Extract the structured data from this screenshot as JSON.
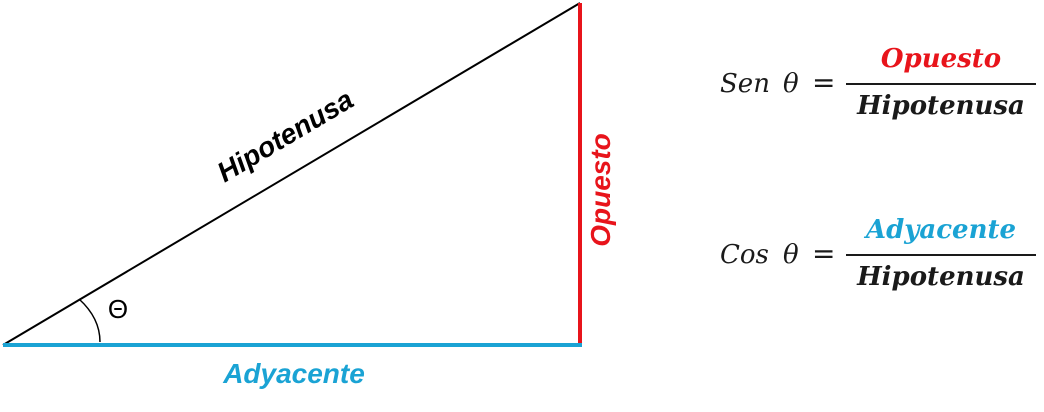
{
  "triangle": {
    "hypotenuse_label": "Hipotenusa",
    "opposite_label": "Opuesto",
    "adjacent_label": "Adyacente",
    "angle_label": "Θ"
  },
  "formulas": {
    "sine": {
      "name": "Sen",
      "symbol": "θ",
      "equals": "=",
      "numerator": "Opuesto",
      "denominator": "Hipotenusa"
    },
    "cosine": {
      "name": "Cos",
      "symbol": "θ",
      "equals": "=",
      "numerator": "Adyacente",
      "denominator": "Hipotenusa"
    }
  },
  "colors": {
    "hypotenuse": "#000000",
    "opposite": "#e8141b",
    "adjacent": "#1aa3d4",
    "text": "#1a1a1a"
  }
}
